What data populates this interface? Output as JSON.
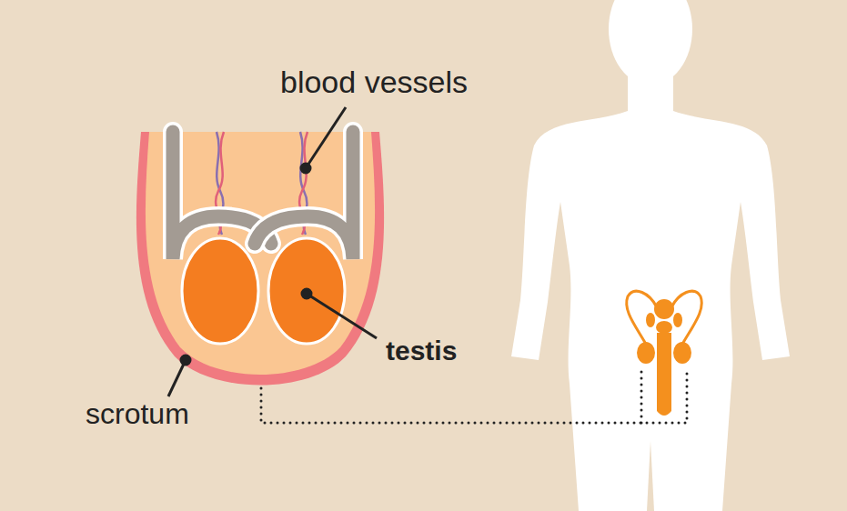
{
  "diagram": {
    "labels": [
      "blood vessels",
      "testis",
      "scrotum"
    ]
  }
}
